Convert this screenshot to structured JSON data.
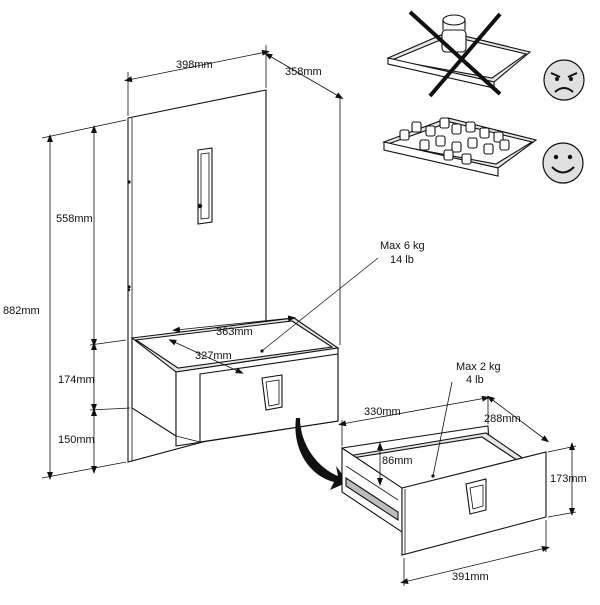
{
  "dimensions": {
    "panel_width": "398mm",
    "panel_depth": "358mm",
    "panel_upper_height": "558mm",
    "panel_total_height": "882mm",
    "drawer_unit_height": "174mm",
    "floor_clearance": "150mm",
    "shelf_width": "363mm",
    "shelf_depth": "327mm",
    "drawer_inner_width": "330mm",
    "drawer_inner_depth": "288mm",
    "drawer_inner_height": "86mm",
    "drawer_front_height": "173mm",
    "drawer_front_width": "391mm"
  },
  "load_limits": {
    "shelf_kg": "Max 6 kg",
    "shelf_lb": "14 lb",
    "drawer_kg": "Max 2 kg",
    "drawer_lb": "4 lb"
  },
  "icons": {
    "bad_load": "crossed-out-concentrated-weight-icon",
    "good_load": "distributed-weight-icon",
    "sad_face": "angry-face-icon",
    "happy_face": "smiley-face-icon",
    "arrow": "curved-arrow-icon"
  },
  "colors": {
    "line": "#111111",
    "arrow": "#111111",
    "face": "#e0e0e0"
  }
}
